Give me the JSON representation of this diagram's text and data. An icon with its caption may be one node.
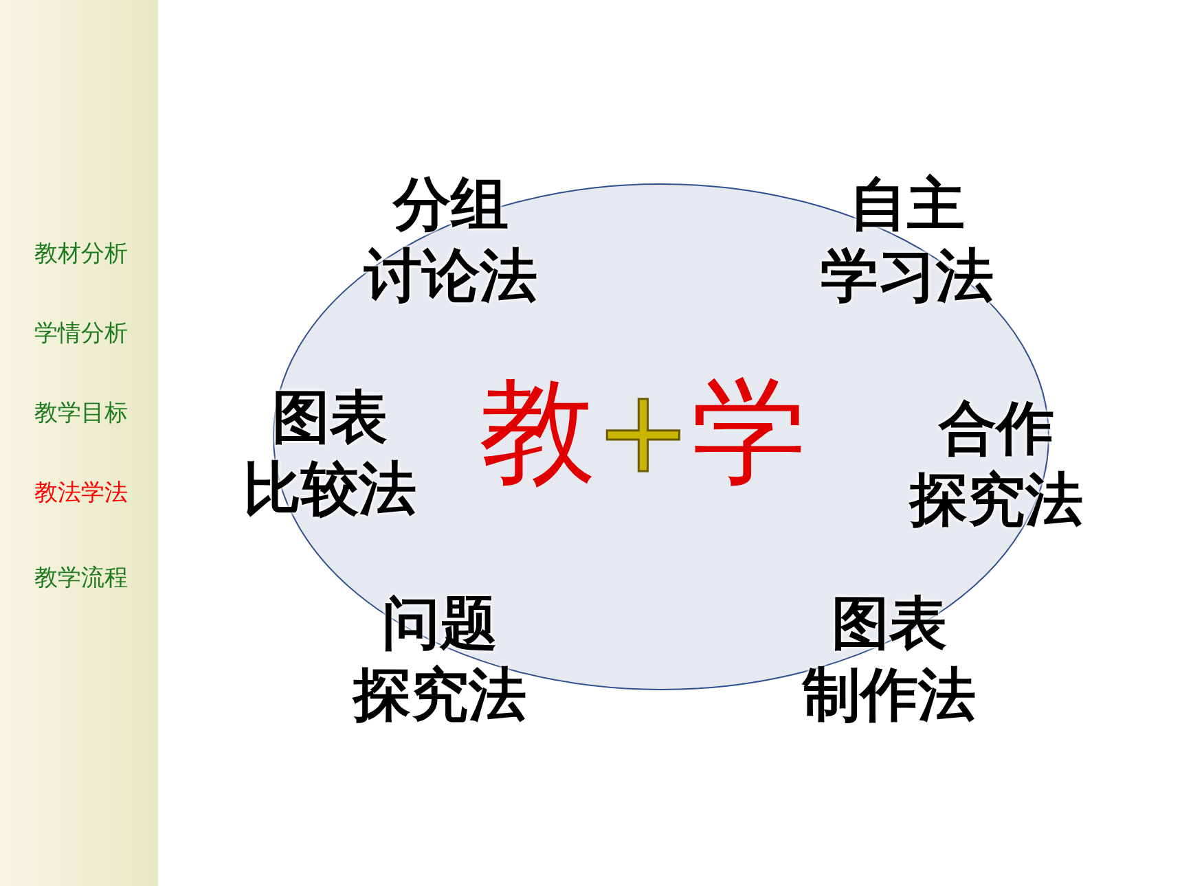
{
  "diagram": {
    "nodes": [
      {
        "text": [
          "教+学"
        ]
      },
      {
        "text": [
          "分组讨论法"
        ]
      },
      {
        "text": [
          "自主学习法"
        ]
      },
      {
        "text": [
          "图表比较法"
        ]
      },
      {
        "text": [
          "合作探究法"
        ]
      },
      {
        "text": [
          "问题探究法"
        ]
      },
      {
        "text": [
          "图表制作法"
        ]
      }
    ],
    "labels": [
      "教材分析",
      "学情分析",
      "教学目标",
      "教法学法",
      "教学流程"
    ]
  }
}
